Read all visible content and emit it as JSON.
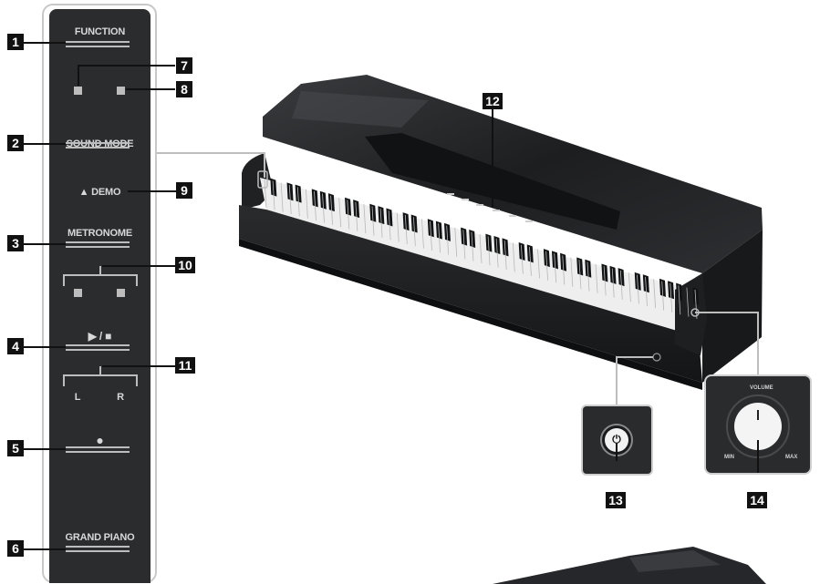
{
  "panel": {
    "labels": {
      "function": "FUNCTION",
      "sound_mode": "SOUND MODE",
      "demo": "▲ DEMO",
      "metronome": "METRONOME",
      "play_stop": "▶ / ■",
      "left": "L",
      "right": "R",
      "record": "●",
      "grand_piano": "GRAND PIANO"
    }
  },
  "callouts": {
    "n1": "1",
    "n2": "2",
    "n3": "3",
    "n4": "4",
    "n5": "5",
    "n6": "6",
    "n7": "7",
    "n8": "8",
    "n9": "9",
    "n10": "10",
    "n11": "11",
    "n12": "12",
    "n13": "13",
    "n14": "14"
  },
  "volume_panel": {
    "title": "VOLUME",
    "min": "MIN",
    "max": "MAX"
  },
  "power_panel": {
    "symbol": "⏻"
  },
  "colors": {
    "panel": "#2b2c2e",
    "piano_body": "#1c1d1f",
    "callout": "#111111",
    "outline": "#c8c8c8"
  }
}
